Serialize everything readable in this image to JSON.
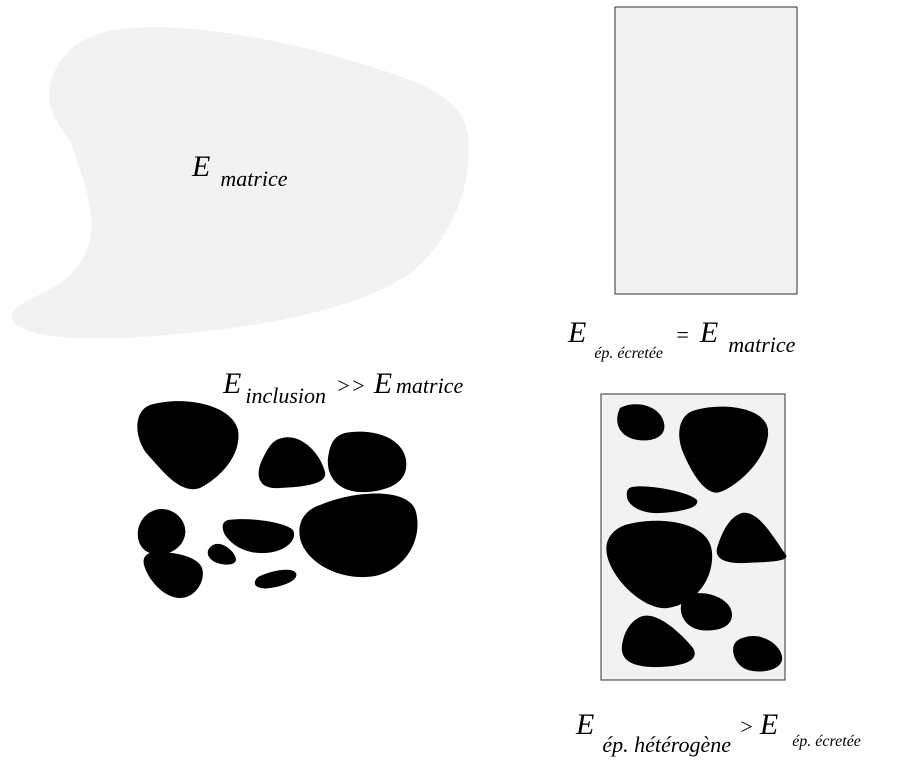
{
  "labels": {
    "matrix": {
      "E": "E",
      "sub": "matrice"
    },
    "clipped": {
      "E": "E",
      "sub": "ép. écretée",
      "eq": "=",
      "rhs_E": "E",
      "rhs_sub": "matrice"
    },
    "inclusion": {
      "E": "E",
      "sub": "inclusion",
      "op": ">>",
      "rhs_E": "E",
      "rhs_sub": "matrice"
    },
    "hetero": {
      "E": "E",
      "sub": "ép. hétérogène",
      "op": ">",
      "rhs_E": "E",
      "rhs_sub": "ép. écretée"
    }
  },
  "colors": {
    "matrix_fill": "#f2f2f2",
    "inclusion_fill": "#000000",
    "frame_stroke": "#333333"
  }
}
